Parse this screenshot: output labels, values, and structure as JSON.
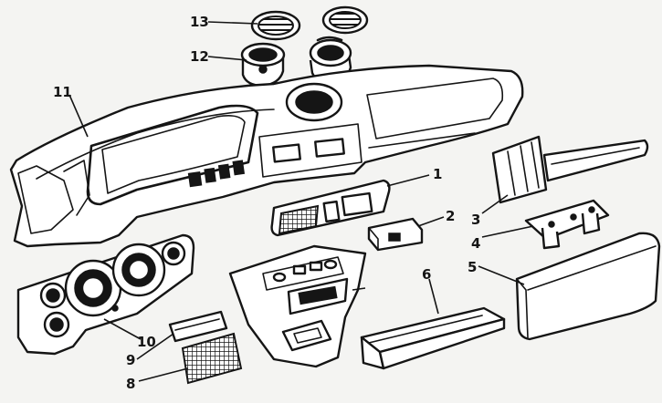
{
  "callouts": [
    "1",
    "2",
    "3",
    "4",
    "5",
    "6",
    "8",
    "9",
    "10",
    "11",
    "12",
    "13"
  ]
}
